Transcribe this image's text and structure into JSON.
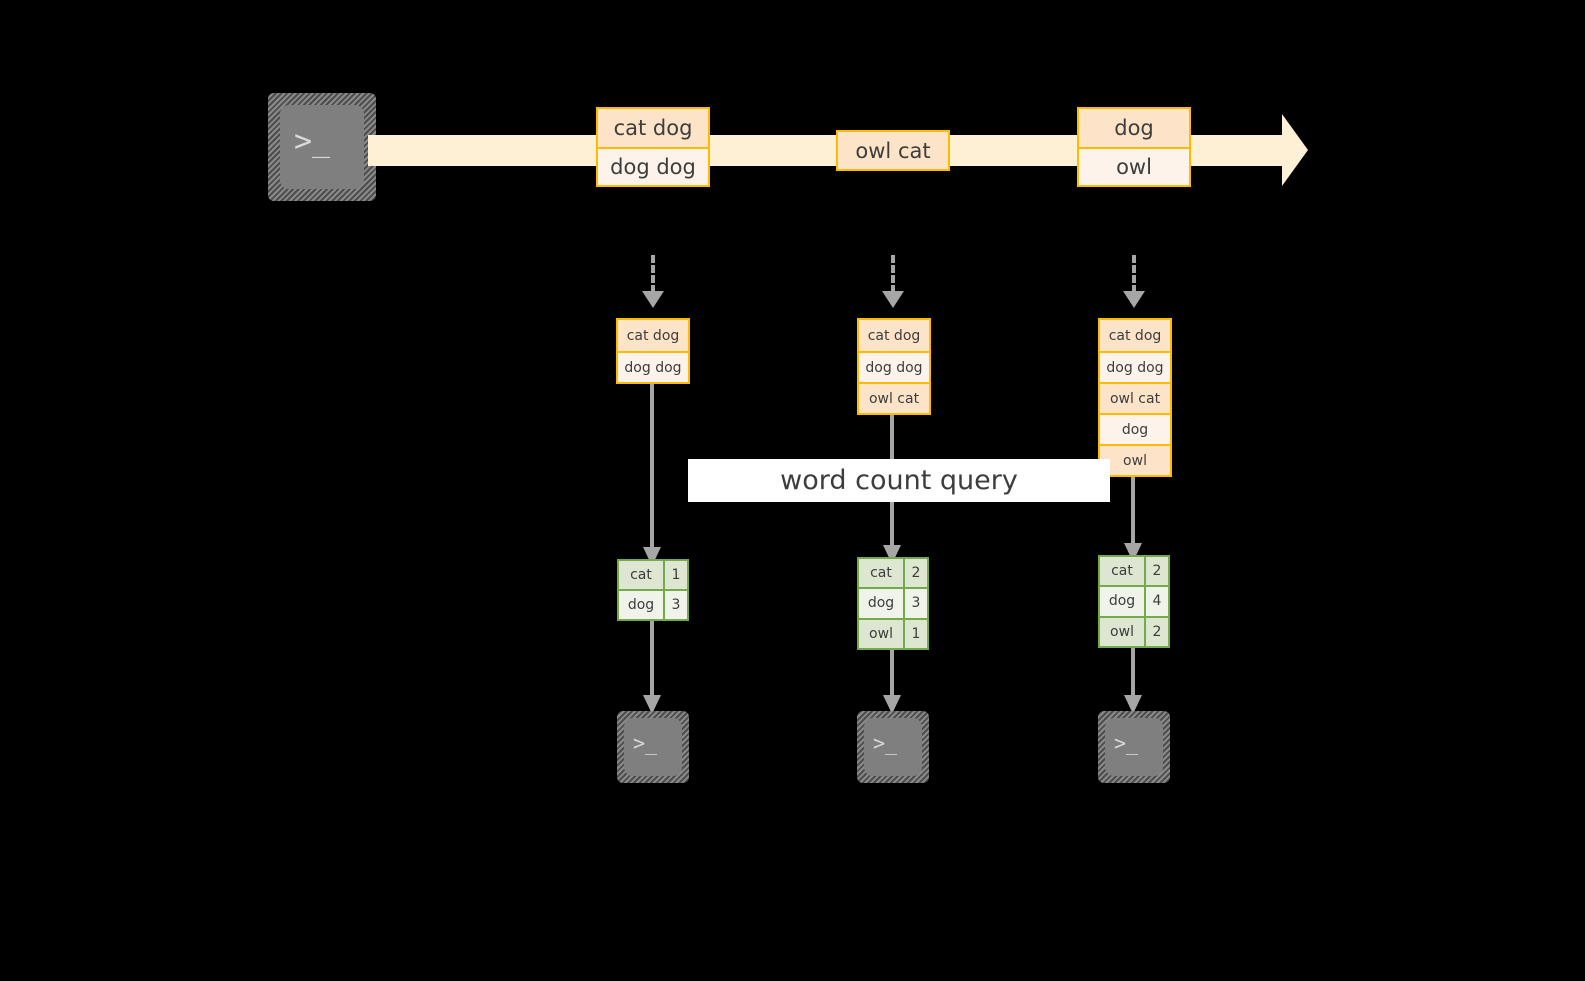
{
  "diagram": {
    "stream": {
      "source_icon": "terminal-icon",
      "records": [
        {
          "lines": [
            "cat dog",
            "dog dog"
          ]
        },
        {
          "lines": [
            "owl cat"
          ]
        },
        {
          "lines": [
            "dog",
            "owl"
          ]
        }
      ]
    },
    "query_label": "word count query",
    "snapshots": [
      {
        "input_lines": [
          "cat dog",
          "dog dog"
        ],
        "result": {
          "rows": [
            {
              "word": "cat",
              "count": "1"
            },
            {
              "word": "dog",
              "count": "3"
            }
          ]
        },
        "sink_icon": "terminal-icon"
      },
      {
        "input_lines": [
          "cat dog",
          "dog dog",
          "owl cat"
        ],
        "result": {
          "rows": [
            {
              "word": "cat",
              "count": "2"
            },
            {
              "word": "dog",
              "count": "3"
            },
            {
              "word": "owl",
              "count": "1"
            }
          ]
        },
        "sink_icon": "terminal-icon"
      },
      {
        "input_lines": [
          "cat dog",
          "dog dog",
          "owl cat",
          "dog",
          "owl"
        ],
        "result": {
          "rows": [
            {
              "word": "cat",
              "count": "2"
            },
            {
              "word": "dog",
              "count": "4"
            },
            {
              "word": "owl",
              "count": "2"
            }
          ]
        },
        "sink_icon": "terminal-icon"
      }
    ],
    "colors": {
      "background": "#000000",
      "stream_band": "#fdf0d5",
      "record_border": "#ffbb00",
      "record_fill_dark": "#fde4c8",
      "record_fill_light": "#fdf3ea",
      "result_border": "#74ab48",
      "result_fill_dark": "#dde6d1",
      "result_fill_light": "#eff3ea",
      "arrow": "#a6a6a6",
      "icon_body": "#7f7f7f",
      "banner": "#ffffff",
      "text": "#3d3d3d"
    },
    "terminal_glyph": ">_"
  }
}
